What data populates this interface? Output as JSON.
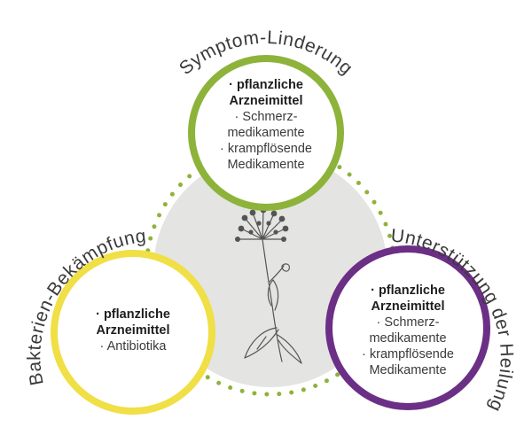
{
  "colors": {
    "background": "#ffffff",
    "center_fill": "#e4e4e2",
    "dots": "#8db33a",
    "top_ring": "#8db33a",
    "left_ring": "#f0df45",
    "right_ring": "#6b2f86",
    "plant_stroke": "#555555"
  },
  "diagram": {
    "top": {
      "title": "Symptom-Linderung",
      "lines": [
        "· pflanzliche",
        "Arzneimittel",
        "· Schmerz-",
        "medikamente",
        "· krampflösende",
        "Medikamente"
      ]
    },
    "left": {
      "title": "Bakterien-Bekämpfung",
      "lines": [
        "· pflanzliche",
        "Arzneimittel",
        "· Antibiotika"
      ]
    },
    "right": {
      "title": "Unterstützung der Heilung",
      "lines": [
        "· pflanzliche",
        "Arzneimittel",
        "· Schmerz-",
        "medikamente",
        "· krampflösende",
        "Medikamente"
      ]
    },
    "center_icon": "medicinal-plant-icon"
  }
}
